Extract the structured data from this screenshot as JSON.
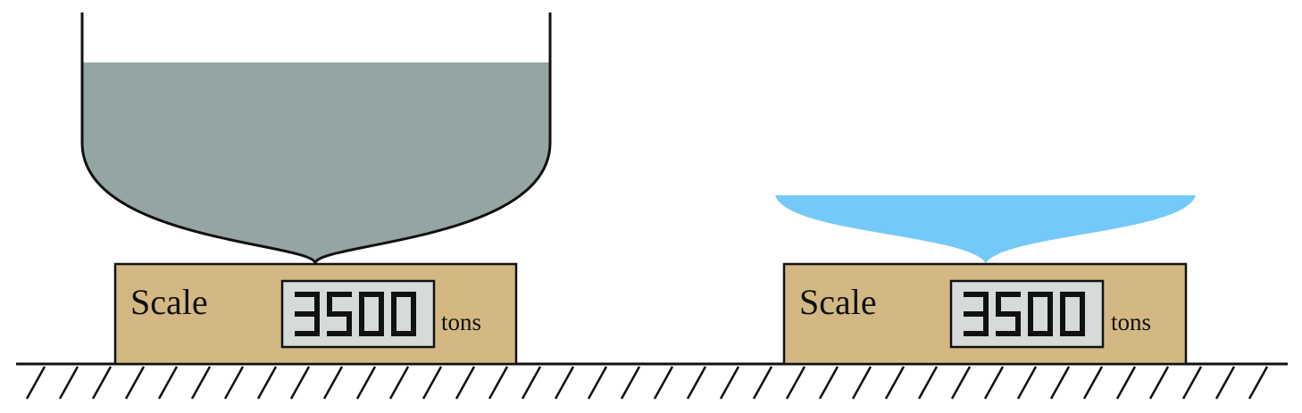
{
  "colors": {
    "liquid_left": "#95a5a3",
    "liquid_right": "#74c9f8",
    "scale_body": "#d3b884",
    "display_bg": "#d6dbd9",
    "outline": "#111111",
    "background": "#ffffff"
  },
  "scales": [
    {
      "label": "Scale",
      "reading": "3500",
      "unit": "tons",
      "liquid": "left-tank"
    },
    {
      "label": "Scale",
      "reading": "3500",
      "unit": "tons",
      "liquid": "right-dish"
    }
  ]
}
